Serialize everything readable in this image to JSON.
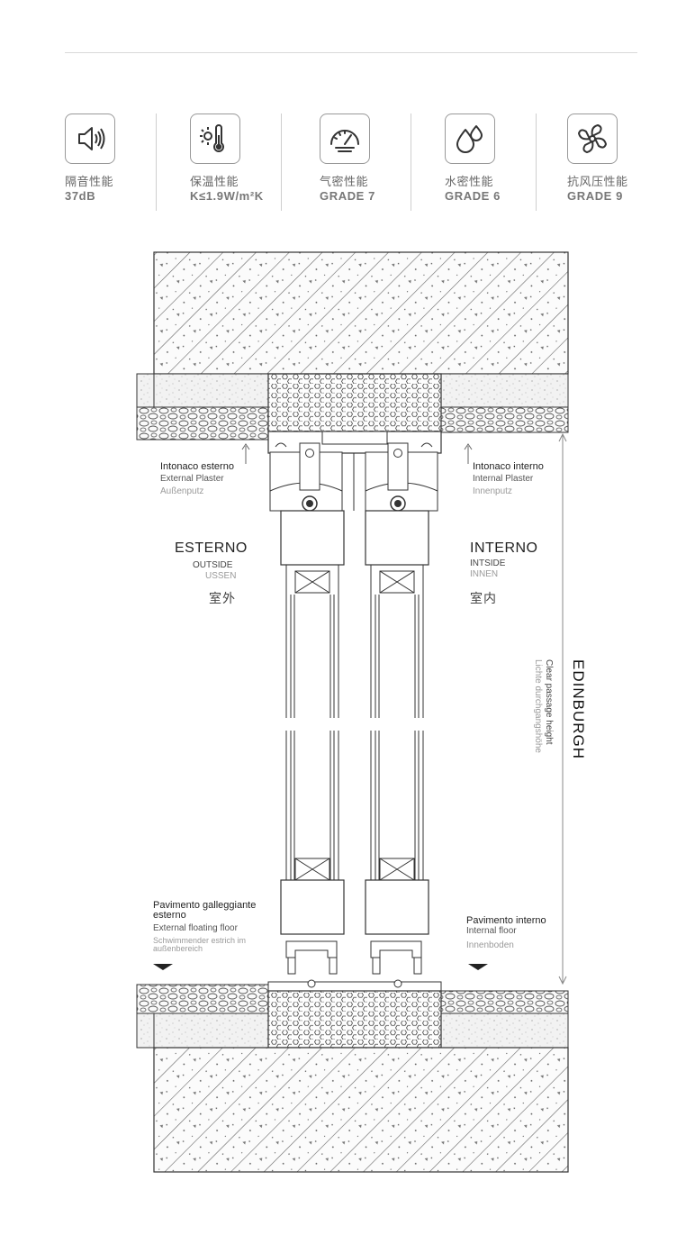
{
  "specs": [
    {
      "label": "隔音性能",
      "value": "37dB",
      "icon": "soundproof-speaker-icon"
    },
    {
      "label": "保温性能",
      "value": "K≤1.9W/m²K",
      "icon": "thermometer-sun-icon"
    },
    {
      "label": "气密性能",
      "value": "GRADE 7",
      "icon": "airtight-gauge-icon"
    },
    {
      "label": "水密性能",
      "value": "GRADE 6",
      "icon": "water-drops-icon"
    },
    {
      "label": "抗风压性能",
      "value": "GRADE 9",
      "icon": "wind-fan-icon"
    }
  ],
  "diagram": {
    "plaster_ext": {
      "it": "Intonaco esterno",
      "en": "External Plaster",
      "de": "Außenputz"
    },
    "plaster_int": {
      "it": "Intonaco interno",
      "en": "Internal Plaster",
      "de": "Innenputz"
    },
    "outside": {
      "it": "ESTERNO",
      "en": "OUTSIDE",
      "de": "USSEN",
      "cn": "室外"
    },
    "inside": {
      "it": "INTERNO",
      "en": "INTSIDE",
      "de": "INNEN",
      "cn": "室内"
    },
    "floor_ext": {
      "it": "Pavimento galleggiante esterno",
      "en": "External floating floor",
      "de": "Schwimmender estrich im außenbereich"
    },
    "floor_int": {
      "it": "Pavimento interno",
      "en": "Internal floor",
      "de": "Innenboden"
    },
    "model": "EDINBURGH",
    "height_en": "Clear passage height",
    "height_de": "Lichte durchgangshöhe"
  }
}
